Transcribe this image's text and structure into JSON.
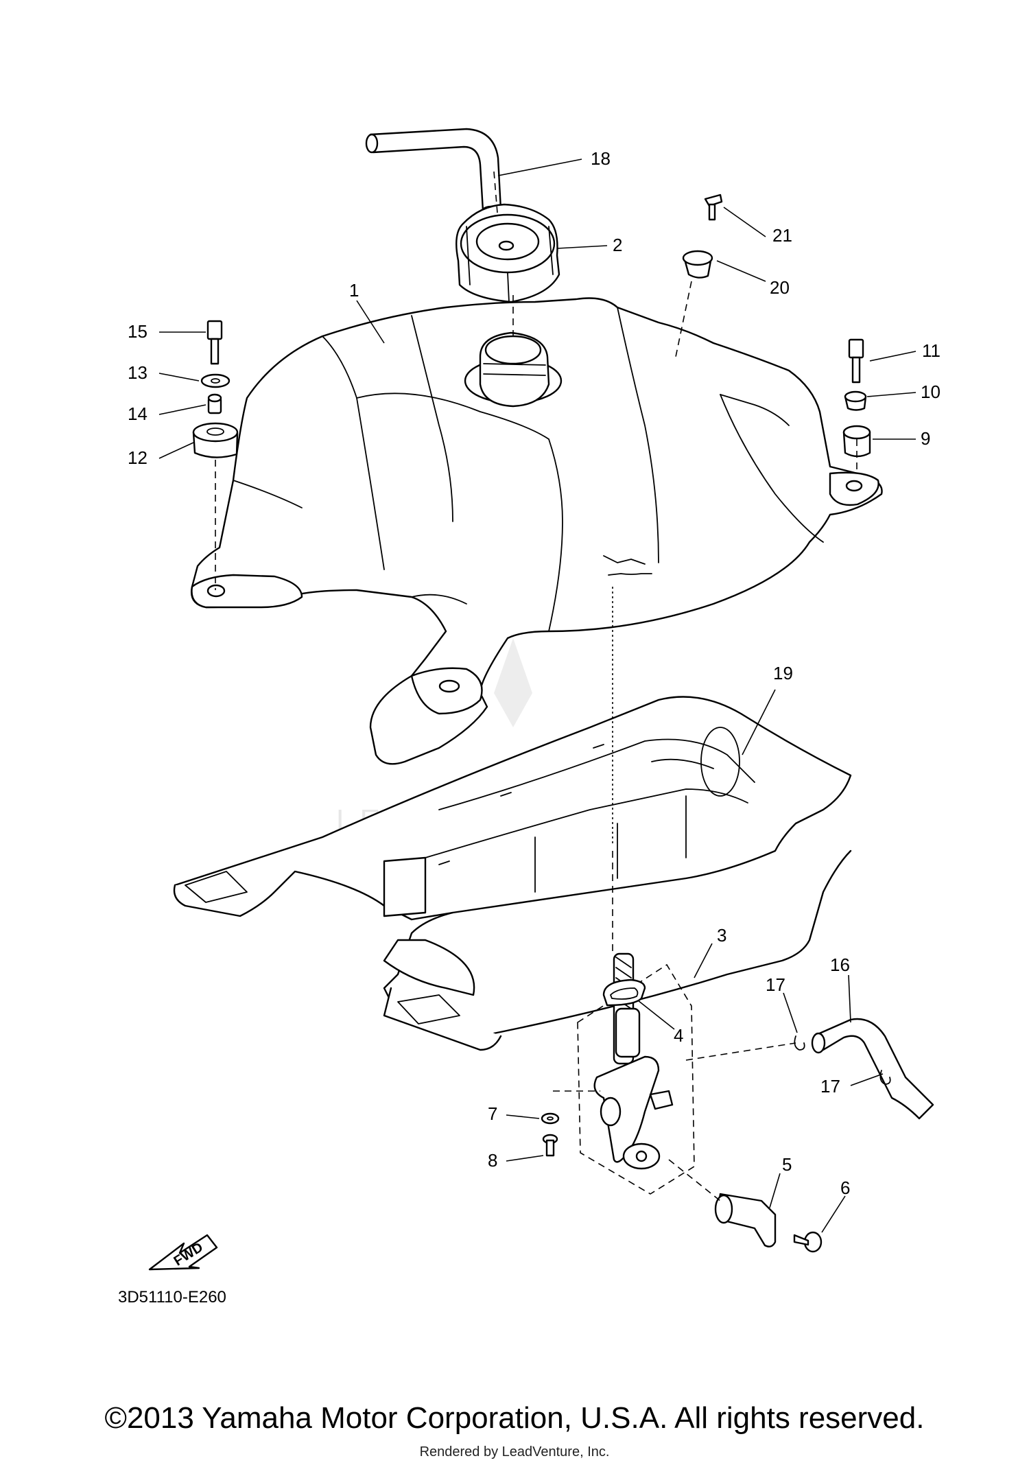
{
  "diagram": {
    "callouts": {
      "c1": "1",
      "c2": "2",
      "c3": "3",
      "c4": "4",
      "c5": "5",
      "c6": "6",
      "c7": "7",
      "c8": "8",
      "c9": "9",
      "c10": "10",
      "c11": "11",
      "c12": "12",
      "c13": "13",
      "c14": "14",
      "c15": "15",
      "c16": "16",
      "c17a": "17",
      "c17b": "17",
      "c18": "18",
      "c19": "19",
      "c20": "20",
      "c21": "21"
    },
    "fwd_label": "FWD",
    "diagram_code": "3D51110-E260",
    "watermark": "LEADVENTURE"
  },
  "footer": {
    "copyright": "©2013 Yamaha Motor Corporation, U.S.A. All rights reserved.",
    "rendered_by": "Rendered by LeadVenture, Inc."
  }
}
